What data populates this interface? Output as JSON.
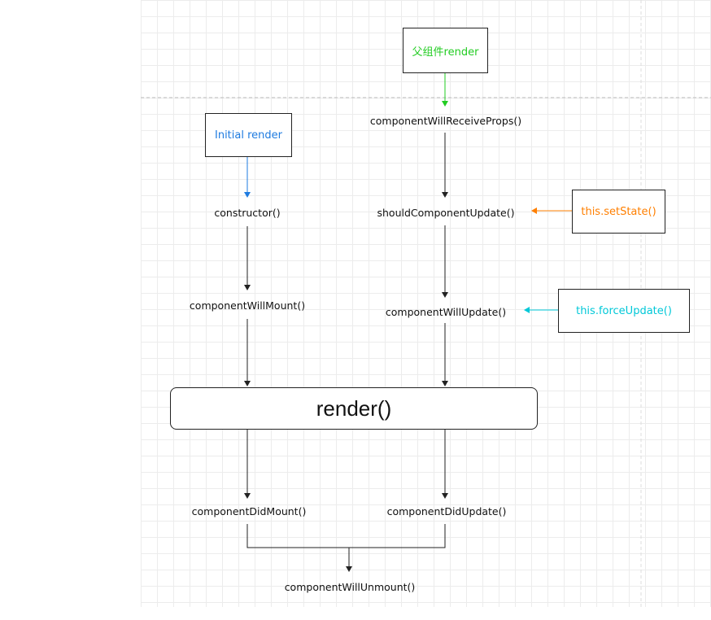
{
  "colors": {
    "parent_render": "#22cc22",
    "initial_render": "#1e7be0",
    "set_state": "#ff7f00",
    "force_update": "#00c8d8",
    "default_line": "#222222"
  },
  "nodes": {
    "parent_render": "父组件render",
    "initial_render": "Initial render",
    "set_state": "this.setState()",
    "force_update": "this.forceUpdate()",
    "constructor": "constructor()",
    "component_will_mount": "componentWillMount()",
    "component_will_receive_props": "componentWillReceiveProps()",
    "should_component_update": "shouldComponentUpdate()",
    "component_will_update": "componentWillUpdate()",
    "render": "render()",
    "component_did_mount": "componentDidMount()",
    "component_did_update": "componentDidUpdate()",
    "component_will_unmount": "componentWillUnmount()"
  }
}
